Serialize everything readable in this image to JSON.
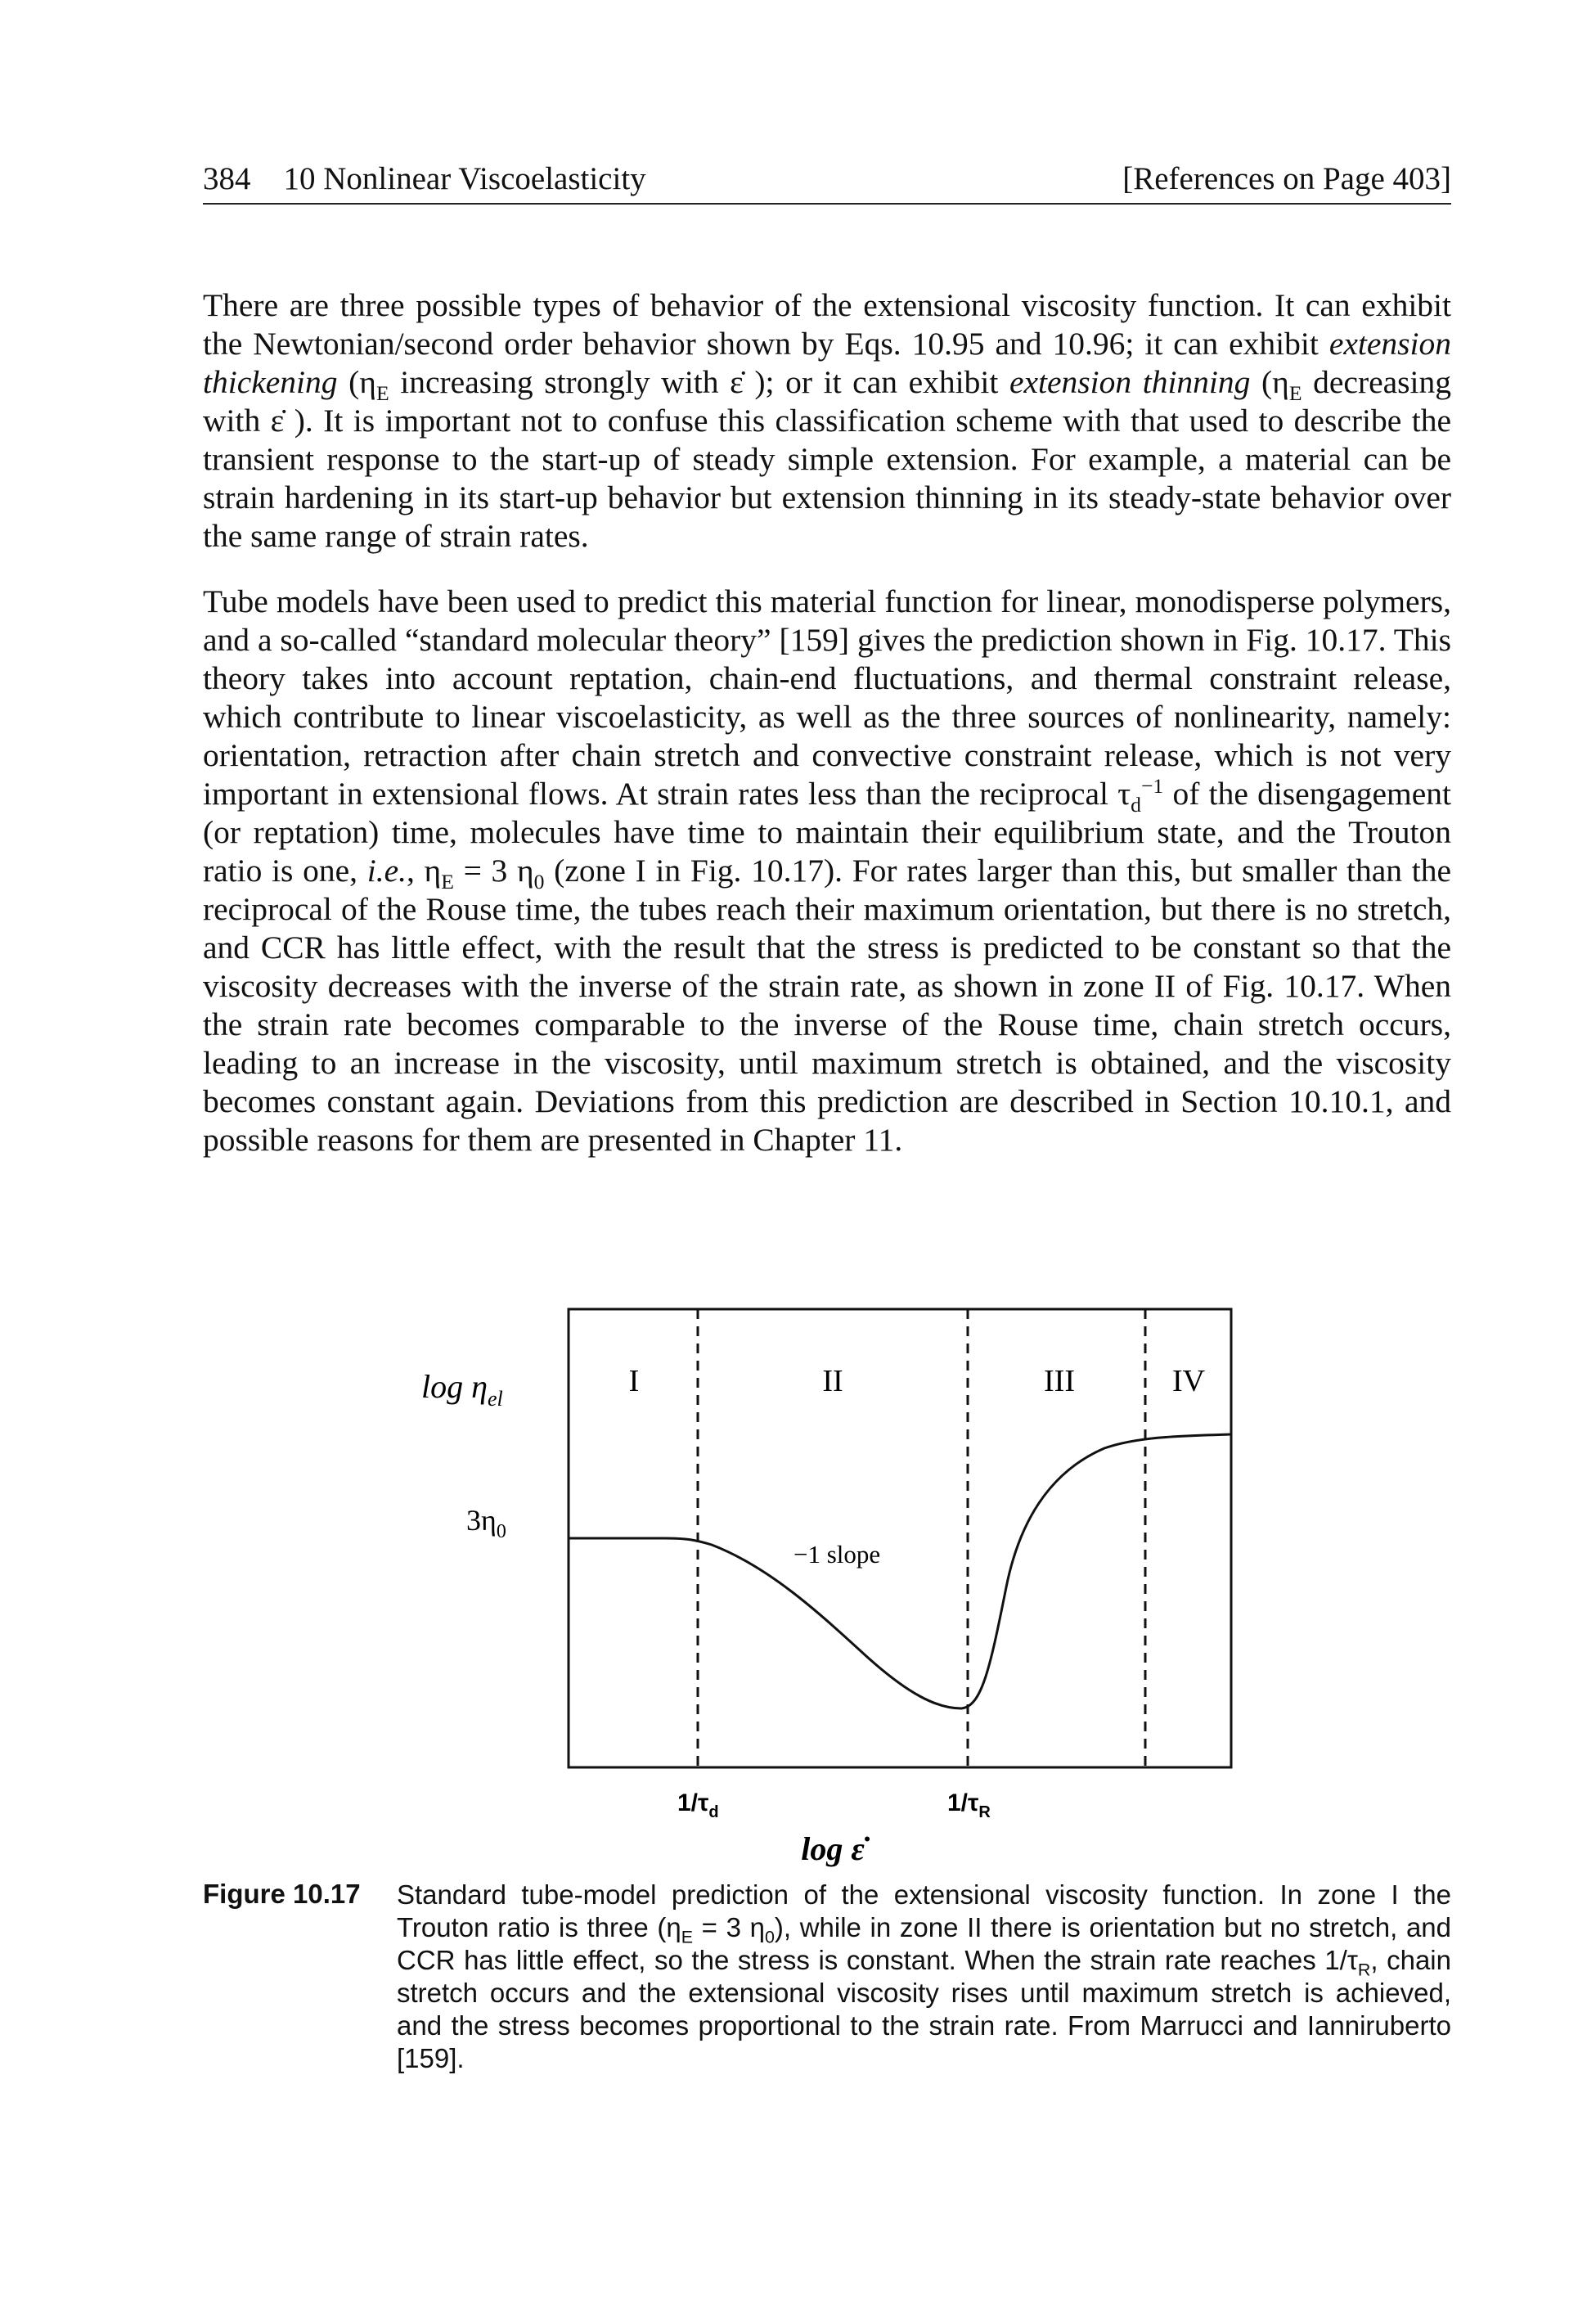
{
  "header": {
    "page_number": "384",
    "chapter": "10 Nonlinear Viscoelasticity",
    "references": "[References on Page 403]"
  },
  "paragraph1": {
    "t1": "There are three possible types of behavior of the extensional viscosity function. It can exhibit the Newtonian/second order behavior shown by Eqs. 10.95 and 10.96; it can exhibit ",
    "i1": "extension thickening",
    "t2": " (η",
    "s1": "E",
    "t3": " increasing strongly with ε̇ ); or it can exhibit ",
    "i2": "extension thinning",
    "t4": " (η",
    "s2": "E",
    "t5": " decreasing with ε̇ ). It is important not to confuse this classification scheme with that used to describe the transient response to the start-up of steady simple extension. For example, a material can be strain hardening in its start-up behavior but extension thinning in its steady-state behavior over the same range of strain rates."
  },
  "paragraph2": {
    "t1": "Tube models have been used to predict this material function for linear, monodisperse polymers, and a so-called “standard molecular theory” [159] gives the prediction shown in Fig. 10.17. This theory takes into account reptation, chain-end fluctuations, and thermal constraint release, which contribute to linear viscoelasticity, as well as the three sources of nonlinearity, namely: orientation, retraction after chain stretch and convective constraint release, which is not very important in extensional flows. At strain rates less than the reciprocal τ",
    "s1": "d",
    "p1": "−1",
    "t2": " of the disengagement (or reptation) time, molecules have time to maintain their equilibrium state, and the Trouton ratio is one, ",
    "i1": "i.e.",
    "t3": ", η",
    "s2": "E",
    "t4": " = 3 η",
    "s3": "0",
    "t5": " (zone I in Fig. 10.17). For rates larger than this, but smaller than the reciprocal of the Rouse time, the tubes reach their maximum orientation, but there is no stretch, and CCR has little effect, with the result that the stress is predicted to be constant so that the viscosity decreases with the inverse of the strain rate, as shown in zone II of Fig. 10.17. When the strain rate becomes comparable to the inverse of the Rouse time, chain stretch occurs, leading to an increase in the viscosity, until maximum stretch is obtained, and the viscosity becomes constant again. Deviations from this prediction are described in Section 10.10.1, and possible reasons for them are presented in Chapter 11."
  },
  "figure": {
    "y_label": "log η",
    "y_label_sub": "el",
    "level_label": "3η",
    "level_label_sub": "0",
    "zones": [
      "I",
      "II",
      "III",
      "IV"
    ],
    "slope_label": "−1 slope",
    "tick1": "1/τ",
    "tick1_sub": "d",
    "tick2": "1/τ",
    "tick2_sub": "R",
    "x_label": "log ε̇"
  },
  "caption": {
    "label": "Figure 10.17",
    "t1": "Standard tube-model prediction of the extensional viscosity function. In zone I the Trouton ratio is three (η",
    "s1": "E",
    "t2": " = 3 η",
    "s2": "0",
    "t3": "), while in zone II there is orientation but no stretch, and CCR has little effect, so the stress is constant. When the strain rate reaches 1/τ",
    "s3": "R",
    "t4": ", chain stretch occurs and the extensional viscosity rises until maximum stretch is achieved, and the stress becomes proportional to the strain rate. From Marrucci and Ianniruberto [159]."
  }
}
